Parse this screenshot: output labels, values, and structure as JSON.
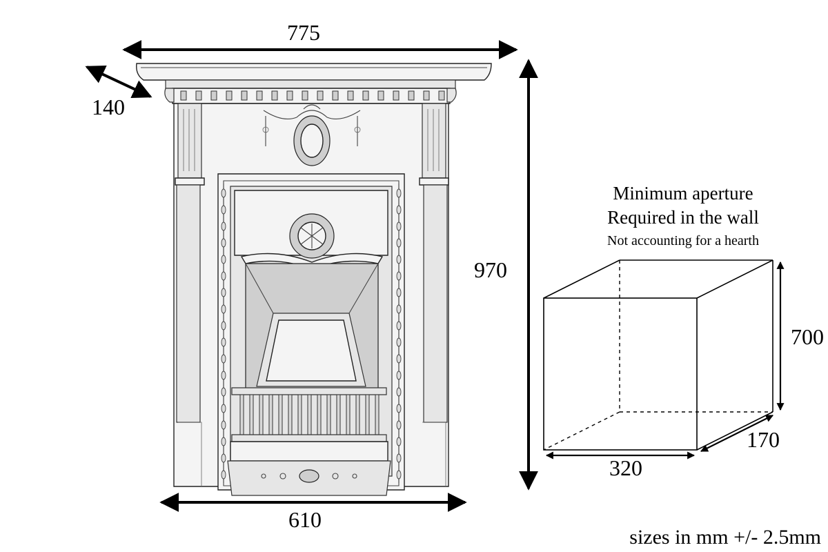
{
  "fireplace": {
    "dimensions": {
      "width_top": "775",
      "depth": "140",
      "height": "970",
      "width_bottom": "610"
    }
  },
  "aperture": {
    "title_line1": "Minimum aperture",
    "title_line2": "Required in the wall",
    "note": "Not accounting for a hearth",
    "dimensions": {
      "height": "700",
      "width": "320",
      "depth": "170"
    }
  },
  "footer": {
    "tolerance": "sizes in mm +/- 2.5mm"
  }
}
